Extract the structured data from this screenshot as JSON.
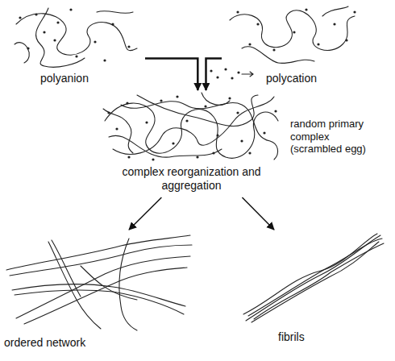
{
  "diagram": {
    "nodes": [
      {
        "text": [
          "polyanion"
        ]
      },
      {
        "text": [
          "polycation"
        ]
      },
      {
        "text": [
          "random primary complex (scrambled egg)",
          "complex reorganization and aggregation"
        ]
      },
      {
        "text": [
          "ordered network"
        ]
      },
      {
        "text": [
          "fibrils"
        ]
      }
    ],
    "edges": [
      {
        "from": 0,
        "to": 2,
        "arrow": "to"
      },
      {
        "from": 1,
        "to": 2,
        "arrow": "to"
      },
      {
        "from": 2,
        "to": 3,
        "arrow": "to"
      },
      {
        "from": 2,
        "to": 4,
        "arrow": "to"
      }
    ]
  }
}
